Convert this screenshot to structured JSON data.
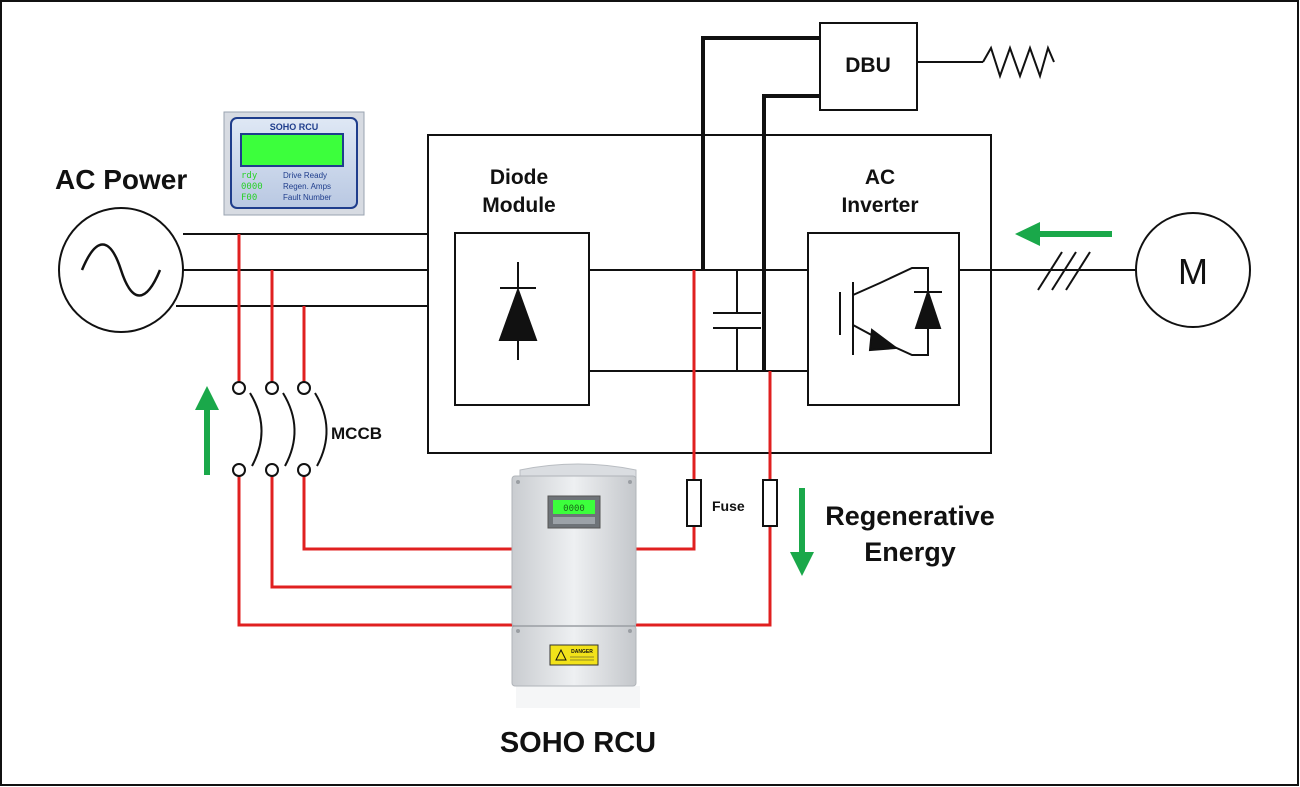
{
  "labels": {
    "ac_power": "AC Power",
    "diode_module_line1": "Diode",
    "diode_module_line2": "Module",
    "ac_inverter_line1": "AC",
    "ac_inverter_line2": "Inverter",
    "dbu": "DBU",
    "motor": "M",
    "mccb": "MCCB",
    "fuse": "Fuse",
    "regen_line1": "Regenerative",
    "regen_line2": "Energy",
    "soho_rcu": "SOHO RCU"
  },
  "display_panel": {
    "title": "SOHO   RCU",
    "row1_code": "rdy",
    "row1_label": "Drive Ready",
    "row2_code": "0000",
    "row2_label": "Regen. Amps",
    "row3_code": "F00",
    "row3_label": "Fault Number"
  },
  "device": {
    "warning_label": "DANGER",
    "screen_code": "0000"
  },
  "colors": {
    "wire_black": "#111111",
    "wire_red": "#e02020",
    "arrow_green": "#1aa84a",
    "lcd_green": "#3cff3c",
    "panel_blue": "#1f3d8c"
  }
}
